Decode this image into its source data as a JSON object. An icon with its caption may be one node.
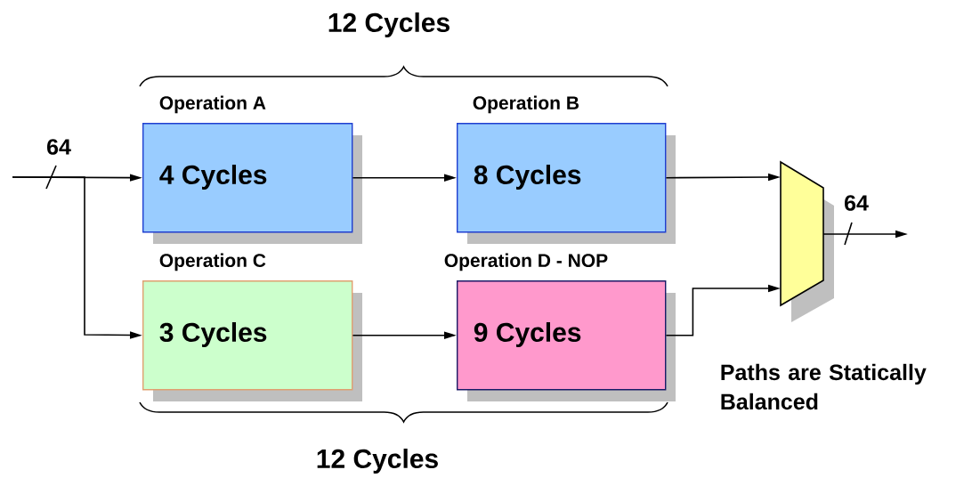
{
  "diagram": {
    "nodes": [
      {
        "text": [
          "Operation A",
          "4 Cycles"
        ]
      },
      {
        "text": [
          "Operation B",
          "8 Cycles"
        ]
      },
      {
        "text": [
          "Operation C",
          "3 Cycles"
        ]
      },
      {
        "text": [
          "Operation D - NOP",
          "9 Cycles"
        ]
      },
      {
        "text": [],
        "shape": "trapezoid"
      }
    ],
    "edges": [
      {
        "from": null,
        "to": 0,
        "arrow": "to"
      },
      {
        "from": null,
        "to": 2,
        "arrow": "to"
      },
      {
        "from": 0,
        "to": 1,
        "arrow": "to"
      },
      {
        "from": 2,
        "to": 3,
        "arrow": "to"
      },
      {
        "from": 1,
        "to": 4,
        "arrow": "to"
      },
      {
        "from": 3,
        "to": 4,
        "arrow": "to"
      },
      {
        "from": 4,
        "to": null,
        "arrow": "to"
      }
    ],
    "labels": [
      "12 Cycles",
      "64",
      "64",
      "12 Cycles",
      "Paths are Statically Balanced"
    ]
  }
}
